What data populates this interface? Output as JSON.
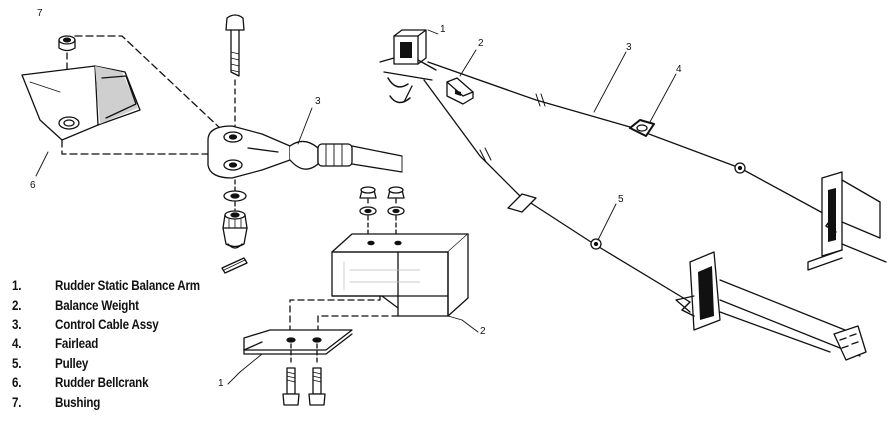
{
  "legend": [
    {
      "number": "1.",
      "label": "Rudder Static Balance Arm"
    },
    {
      "number": "2.",
      "label": "Balance Weight"
    },
    {
      "number": "3.",
      "label": "Control Cable Assy"
    },
    {
      "number": "4.",
      "label": "Fairlead"
    },
    {
      "number": "5.",
      "label": "Pulley"
    },
    {
      "number": "6.",
      "label": "Rudder Bellcrank"
    },
    {
      "number": "7.",
      "label": "Bushing"
    }
  ],
  "callouts": {
    "bushing": "7",
    "bellcrank": "6",
    "cable_left": "3",
    "weight_left": "2",
    "arm_left": "1",
    "arm_right": "1",
    "weight_right": "2",
    "cable_right": "3",
    "fairlead": "4",
    "pulley": "5"
  }
}
